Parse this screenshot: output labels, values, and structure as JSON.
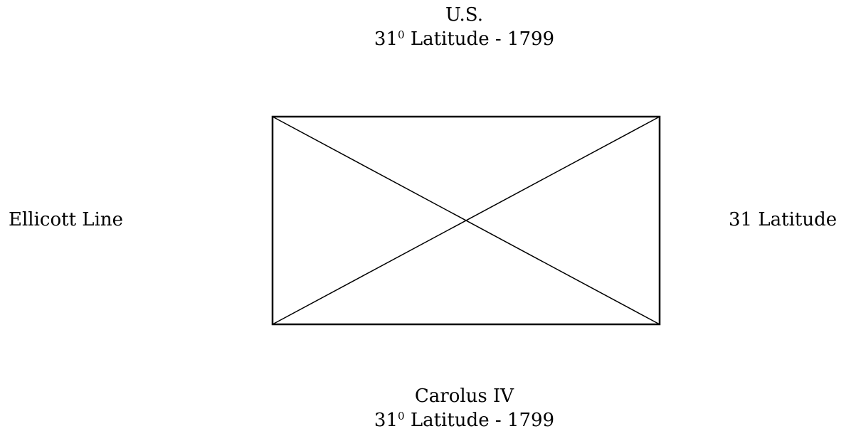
{
  "north": {
    "line1": "U.S.",
    "line2_number": "31",
    "line2_sup": "0",
    "line2_rest": " Latitude - 1799"
  },
  "south": {
    "line1": "Carolus IV",
    "line2_number": "31",
    "line2_sup": "0",
    "line2_rest": " Latitude - 1799"
  },
  "west": {
    "label": "Ellicott Line"
  },
  "east": {
    "label": "31 Latitude"
  },
  "colors": {
    "stroke": "#000000",
    "background": "#ffffff"
  }
}
